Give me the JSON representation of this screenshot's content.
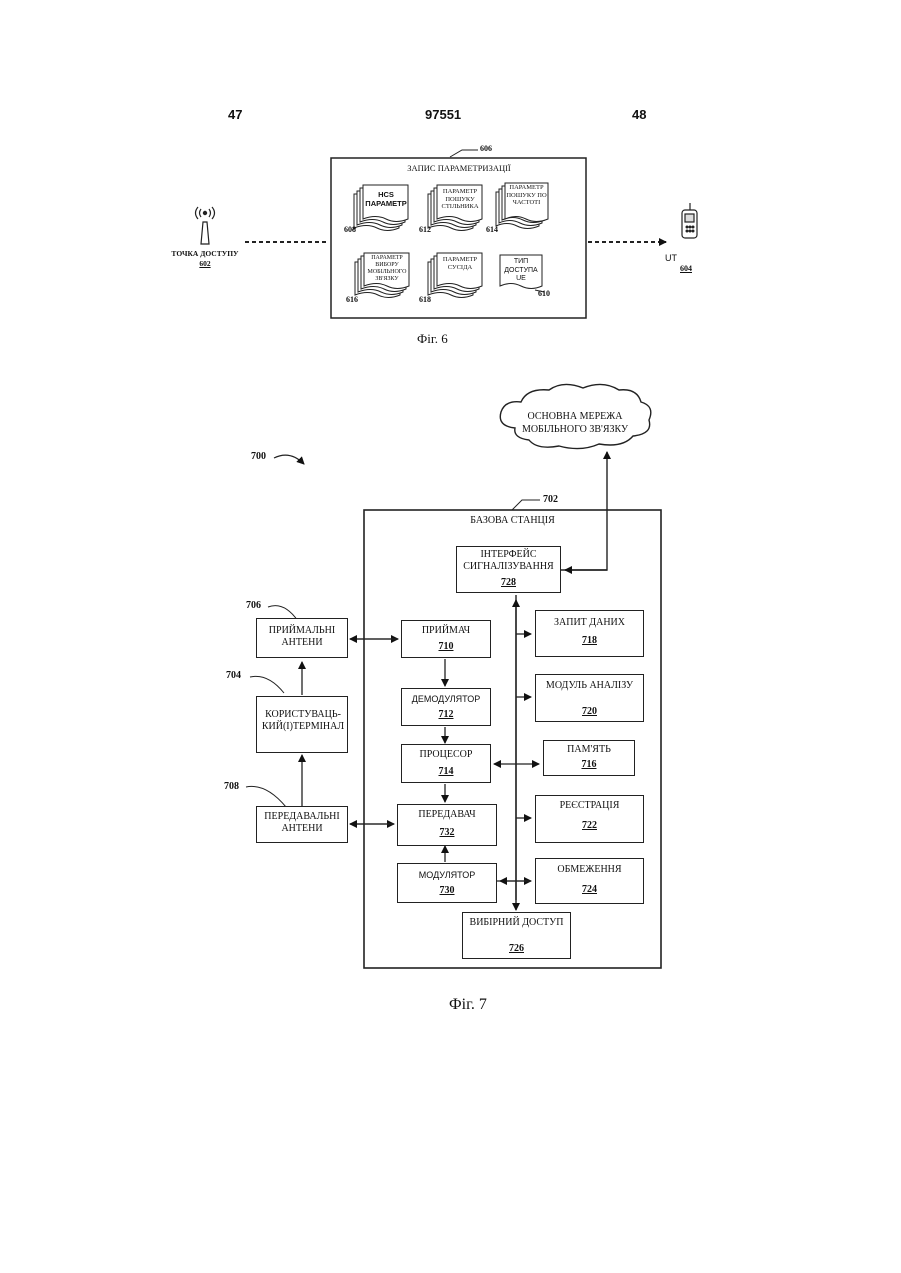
{
  "header": {
    "left_page": "47",
    "patent_number": "97551",
    "right_page": "48"
  },
  "fig6": {
    "record_ref": "606",
    "record_title": "ЗАПИС ПАРАМЕТРИЗАЦІЇ",
    "access_point_label": "ТОЧКА ДОСТУПУ",
    "access_point_ref": "602",
    "ut_label": "UT",
    "ut_ref": "604",
    "docs": [
      {
        "text": "HCS ПАРАМЕТР",
        "ref": "608"
      },
      {
        "text": "ПАРАМЕТР ПОШУКУ СТІЛЬНИКА",
        "ref": "612"
      },
      {
        "text": "ПАРАМЕТР ПОШУКУ ПО ЧАСТОТІ",
        "ref": "614"
      },
      {
        "text": "ПАРАМЕТР ВИБОРУ МОБІЛЬНОГО ЗВ'ЯЗКУ",
        "ref": "616"
      },
      {
        "text": "ПАРАМЕТР СУСІДА",
        "ref": "618"
      },
      {
        "text": "ТИП ДОСТУПА UE",
        "ref": "610"
      }
    ],
    "caption": "Фіг. 6"
  },
  "fig7": {
    "ref": "700",
    "cloud_text": "ОСНОВНА МЕРЕЖА МОБІЛЬНОГО ЗВ'ЯЗКУ",
    "base_station": {
      "label": "БАЗОВА СТАНЦІЯ",
      "ref": "702"
    },
    "interface": {
      "label": "ІНТЕРФЕЙС СИГНАЛІЗУВАННЯ",
      "ref": "728"
    },
    "receive_antennas": {
      "label": "ПРИЙМАЛЬНІ АНТЕНИ",
      "ref": "706"
    },
    "user_terminal": {
      "label": "КОРИСТУВАЦЬ-КИЙ(І)ТЕРМІНАЛ",
      "ref": "704"
    },
    "transmit_antennas": {
      "label": "ПЕРЕДАВАЛЬНІ АНТЕНИ",
      "ref": "708"
    },
    "receiver": {
      "label": "ПРИЙМАЧ",
      "ref": "710"
    },
    "demodulator": {
      "label": "ДЕМОДУЛЯТОР",
      "ref": "712"
    },
    "processor": {
      "label": "ПРОЦЕСОР",
      "ref": "714"
    },
    "transmitter": {
      "label": "ПЕРЕДАВАЧ",
      "ref": "732"
    },
    "modulator": {
      "label": "МОДУЛЯТОР",
      "ref": "730"
    },
    "data_request": {
      "label": "ЗАПИТ ДАНИХ",
      "ref": "718"
    },
    "analysis": {
      "label": "МОДУЛЬ АНАЛІЗУ",
      "ref": "720"
    },
    "memory": {
      "label": "ПАМ'ЯТЬ",
      "ref": "716"
    },
    "registration": {
      "label": "РЕЄСТРАЦІЯ",
      "ref": "722"
    },
    "restriction": {
      "label": "ОБМЕЖЕННЯ",
      "ref": "724"
    },
    "selective_access": {
      "label": "ВИБІРНИЙ ДОСТУП",
      "ref": "726"
    },
    "caption": "Фіг. 7"
  }
}
